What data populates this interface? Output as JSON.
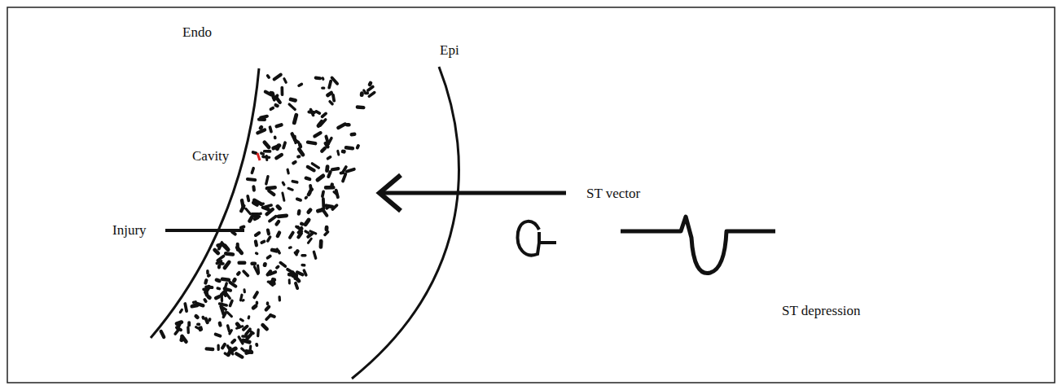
{
  "diagram": {
    "labels": [
      "Endo",
      "Epi",
      "Cavity",
      "Injury",
      "ST vector",
      "ST depression"
    ]
  }
}
